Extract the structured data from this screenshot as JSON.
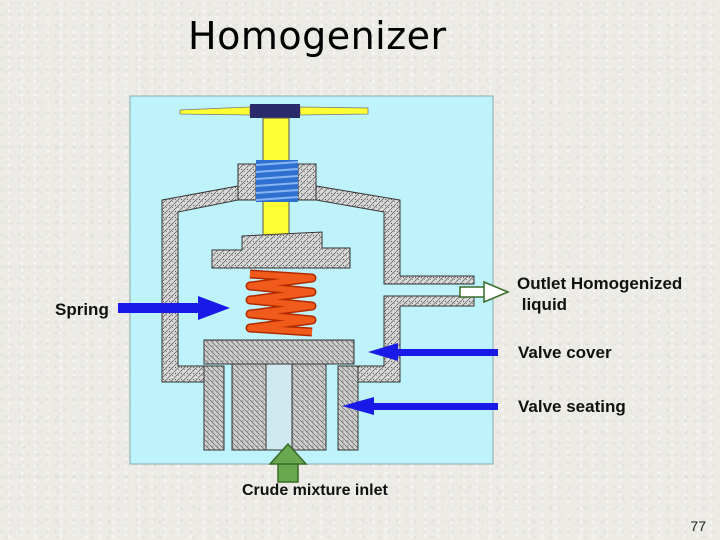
{
  "title": "Homogenizer",
  "labels": {
    "spring": "Spring",
    "outlet_line1": "Outlet Homogenized",
    "outlet_line2": " liquid",
    "valve_cover": "Valve cover",
    "valve_seating": "Valve seating",
    "inlet": "Crude mixture inlet"
  },
  "page_number": "77",
  "colors": {
    "diagram_bg": "#bff3fb",
    "housing_fill": "#d8d8d8",
    "shaft": "#ffff33",
    "handle_cap": "#2b2b6b",
    "upper_spring": "#2f6fd0",
    "main_spring": "#e84a10",
    "pointer_arrow": "#1a1ae8",
    "flow_arrow": "#6aa84f"
  }
}
